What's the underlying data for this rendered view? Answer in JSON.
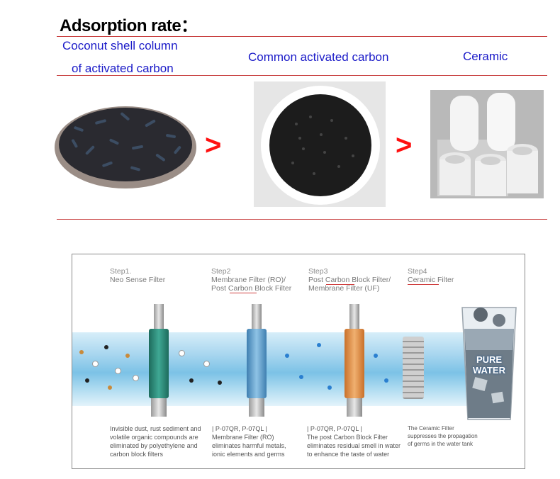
{
  "header": {
    "title": "Adsorption rate："
  },
  "materials": [
    {
      "line1": "Coconut shell column",
      "line2": "of activated carbon"
    },
    {
      "line1": "Common activated carbon"
    },
    {
      "line1": "Ceramic"
    }
  ],
  "comparators": [
    ">",
    ">"
  ],
  "steps": [
    {
      "num": "Step1.",
      "title": "Neo Sense Filter",
      "title2": "",
      "desc": [
        "Invisible dust, rust sediment and",
        "volatile organic compounds are",
        "eliminated by polyethylene and",
        "carbon block filters"
      ]
    },
    {
      "num": "Step2",
      "title": "Membrane Filter (RO)/",
      "title2": "Post Carbon Block Filter",
      "desc": [
        "| P-07QR, P-07QL |",
        "Membrane Filter (RO)",
        "eliminates harmful metals,",
        "ionic elements and germs"
      ]
    },
    {
      "num": "Step3",
      "title": "Post Carbon Block Filter/",
      "title2": "Membrane Filter (UF)",
      "desc": [
        "| P-07QR, P-07QL |",
        "The post Carbon Block Filter",
        "eliminates residual smell in water",
        "to enhance the taste of water"
      ]
    },
    {
      "num": "Step4",
      "title": "Ceramic Filter",
      "title2": "",
      "desc": [
        "The Ceramic Filter",
        "suppresses the propagation",
        "of germs in the water tank"
      ]
    }
  ],
  "glass": {
    "line1": "PURE",
    "line2": "WATER"
  },
  "colors": {
    "heading": "#1a1ac8",
    "arrow": "#ff1010",
    "rule": "#c84040"
  }
}
